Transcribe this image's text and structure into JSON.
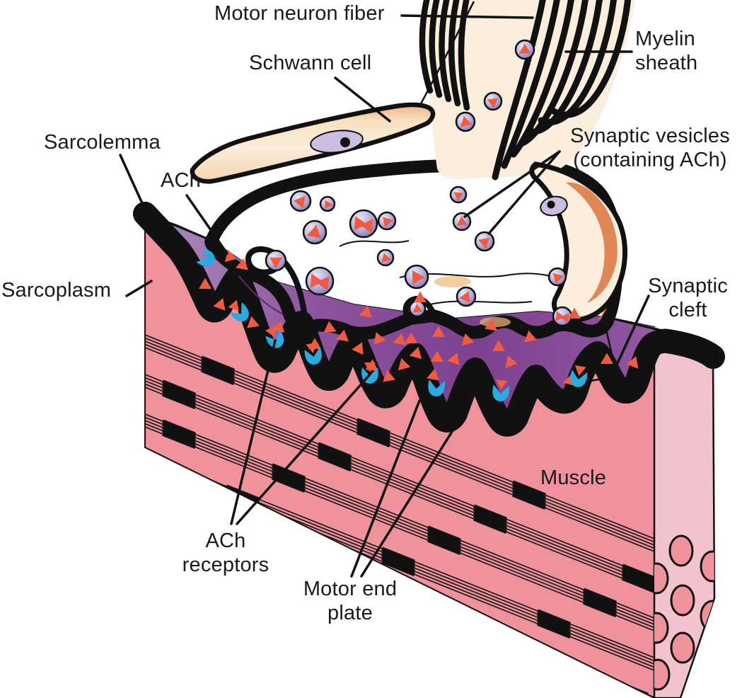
{
  "labels": {
    "motor_neuron_fiber": {
      "text": "Motor neuron fiber"
    },
    "schwann_cell": {
      "text": "Schwann cell"
    },
    "myelin_sheath": {
      "text": "Myelin\nsheath"
    },
    "sarcolemma": {
      "text": "Sarcolemma"
    },
    "ach": {
      "text": "ACh"
    },
    "sarcoplasm": {
      "text": "Sarcoplasm"
    },
    "synaptic_vesicles": {
      "text": "Synaptic vesicles\n(containing ACh)"
    },
    "synaptic_cleft": {
      "text": "Synaptic\ncleft"
    },
    "muscle": {
      "text": "Muscle"
    },
    "ach_receptors": {
      "text": "ACh\nreceptors"
    },
    "motor_end_plate": {
      "text": "Motor end\nplate"
    }
  },
  "colors": {
    "background": "#FFFFFF",
    "label_text": "#1A1A1A",
    "outline": "#111111",
    "myelin": "#111111",
    "axon_terminal_cream": "#FCF1DF",
    "axon_terminal_orange": "#F5B267",
    "membrane_inner_white": "#FDF4E4",
    "schwann_orange": "#E0885A",
    "nucleus_lavender": "#CBBEE2",
    "vesicle_light": "#E9E6F6",
    "vesicle_purple": "#8078B0",
    "ach_triangle_red": "#F15B41",
    "receptor_cyan": "#29ABE2",
    "synaptic_trough_purple": "#7E4190",
    "sarcolemma_lilac": "#B49BC8",
    "muscle_pink": "#EF929C",
    "muscle_cross_section_pink": "#F2C3CC"
  }
}
